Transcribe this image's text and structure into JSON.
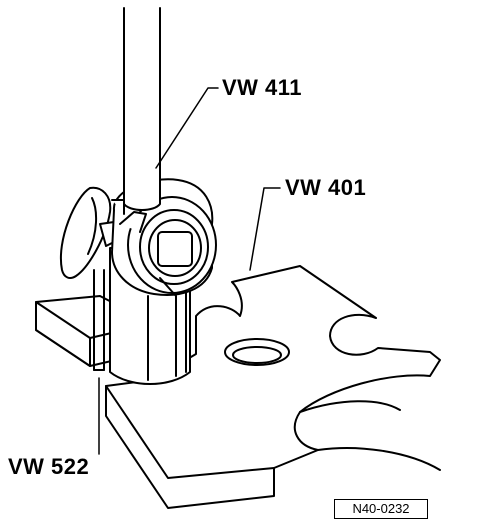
{
  "labels": {
    "vw411": "VW 411",
    "vw401": "VW 401",
    "vw522": "VW 522"
  },
  "figure_code": "N40-0232",
  "colors": {
    "line": "#000000",
    "background": "#ffffff"
  }
}
